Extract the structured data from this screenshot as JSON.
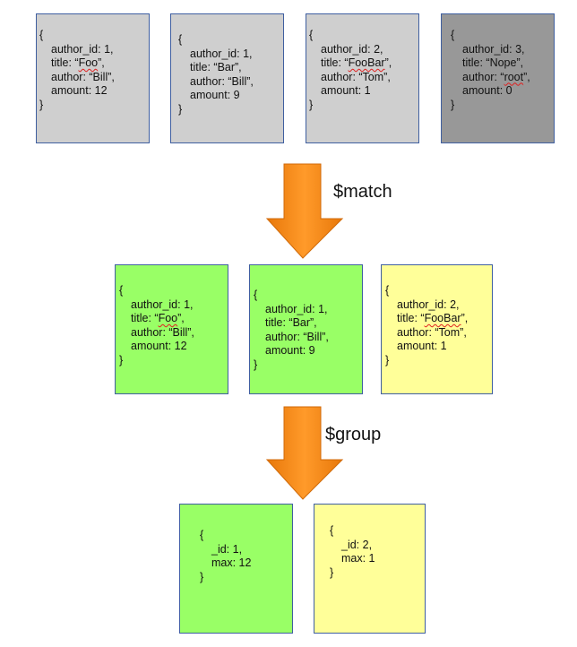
{
  "colors": {
    "source_doc": "#cfcfcf",
    "filtered_doc": "#989898",
    "group1": "#99ff66",
    "group2": "#ffff99",
    "border": "#3f5fa0",
    "arrow": "#ff8c1a"
  },
  "stages": {
    "match_label": "$match",
    "group_label": "$group"
  },
  "source_docs": [
    {
      "open": "{",
      "author_id": "author_id: 1,",
      "title_prefix": "title: “",
      "title_value": "Foo",
      "title_suffix": "”,",
      "author": "author: “Bill”,",
      "amount": "amount: 12",
      "close": "}"
    },
    {
      "open": "{",
      "author_id": "author_id: 1,",
      "title_prefix": "title: “",
      "title_value": "Bar",
      "title_suffix": "”,",
      "author": "author: “Bill”,",
      "amount": "amount: 9",
      "close": "}"
    },
    {
      "open": "{",
      "author_id": "author_id: 2,",
      "title_prefix": "title: “",
      "title_value": "FooBar",
      "title_suffix": "”,",
      "author": "author: “Tom”,",
      "amount": "amount: 1",
      "close": "}"
    },
    {
      "open": "{",
      "author_id": "author_id: 3,",
      "title_prefix": "title: “",
      "title_value": "Nope",
      "title_suffix": "”,",
      "author_prefix": "author: “",
      "author_value": "root",
      "author_suffix": "”,",
      "amount": "amount: 0",
      "close": "}"
    }
  ],
  "matched_docs": [
    {
      "open": "{",
      "author_id": "author_id: 1,",
      "title_prefix": "title: “",
      "title_value": "Foo",
      "title_suffix": "”,",
      "author": "author: “Bill”,",
      "amount": "amount: 12",
      "close": "}"
    },
    {
      "open": "{",
      "author_id": "author_id: 1,",
      "title_prefix": "title: “",
      "title_value": "Bar",
      "title_suffix": "”,",
      "author": "author: “Bill”,",
      "amount": "amount: 9",
      "close": "}"
    },
    {
      "open": "{",
      "author_id": "author_id: 2,",
      "title_prefix": "title: “",
      "title_value": "FooBar",
      "title_suffix": "”,",
      "author": "author: “Tom”,",
      "amount": "amount: 1",
      "close": "}"
    }
  ],
  "group_docs": [
    {
      "open": "{",
      "id": "_id: 1,",
      "max": "max: 12",
      "close": "}"
    },
    {
      "open": "{",
      "id": "_id: 2,",
      "max": "max: 1",
      "close": "}"
    }
  ]
}
